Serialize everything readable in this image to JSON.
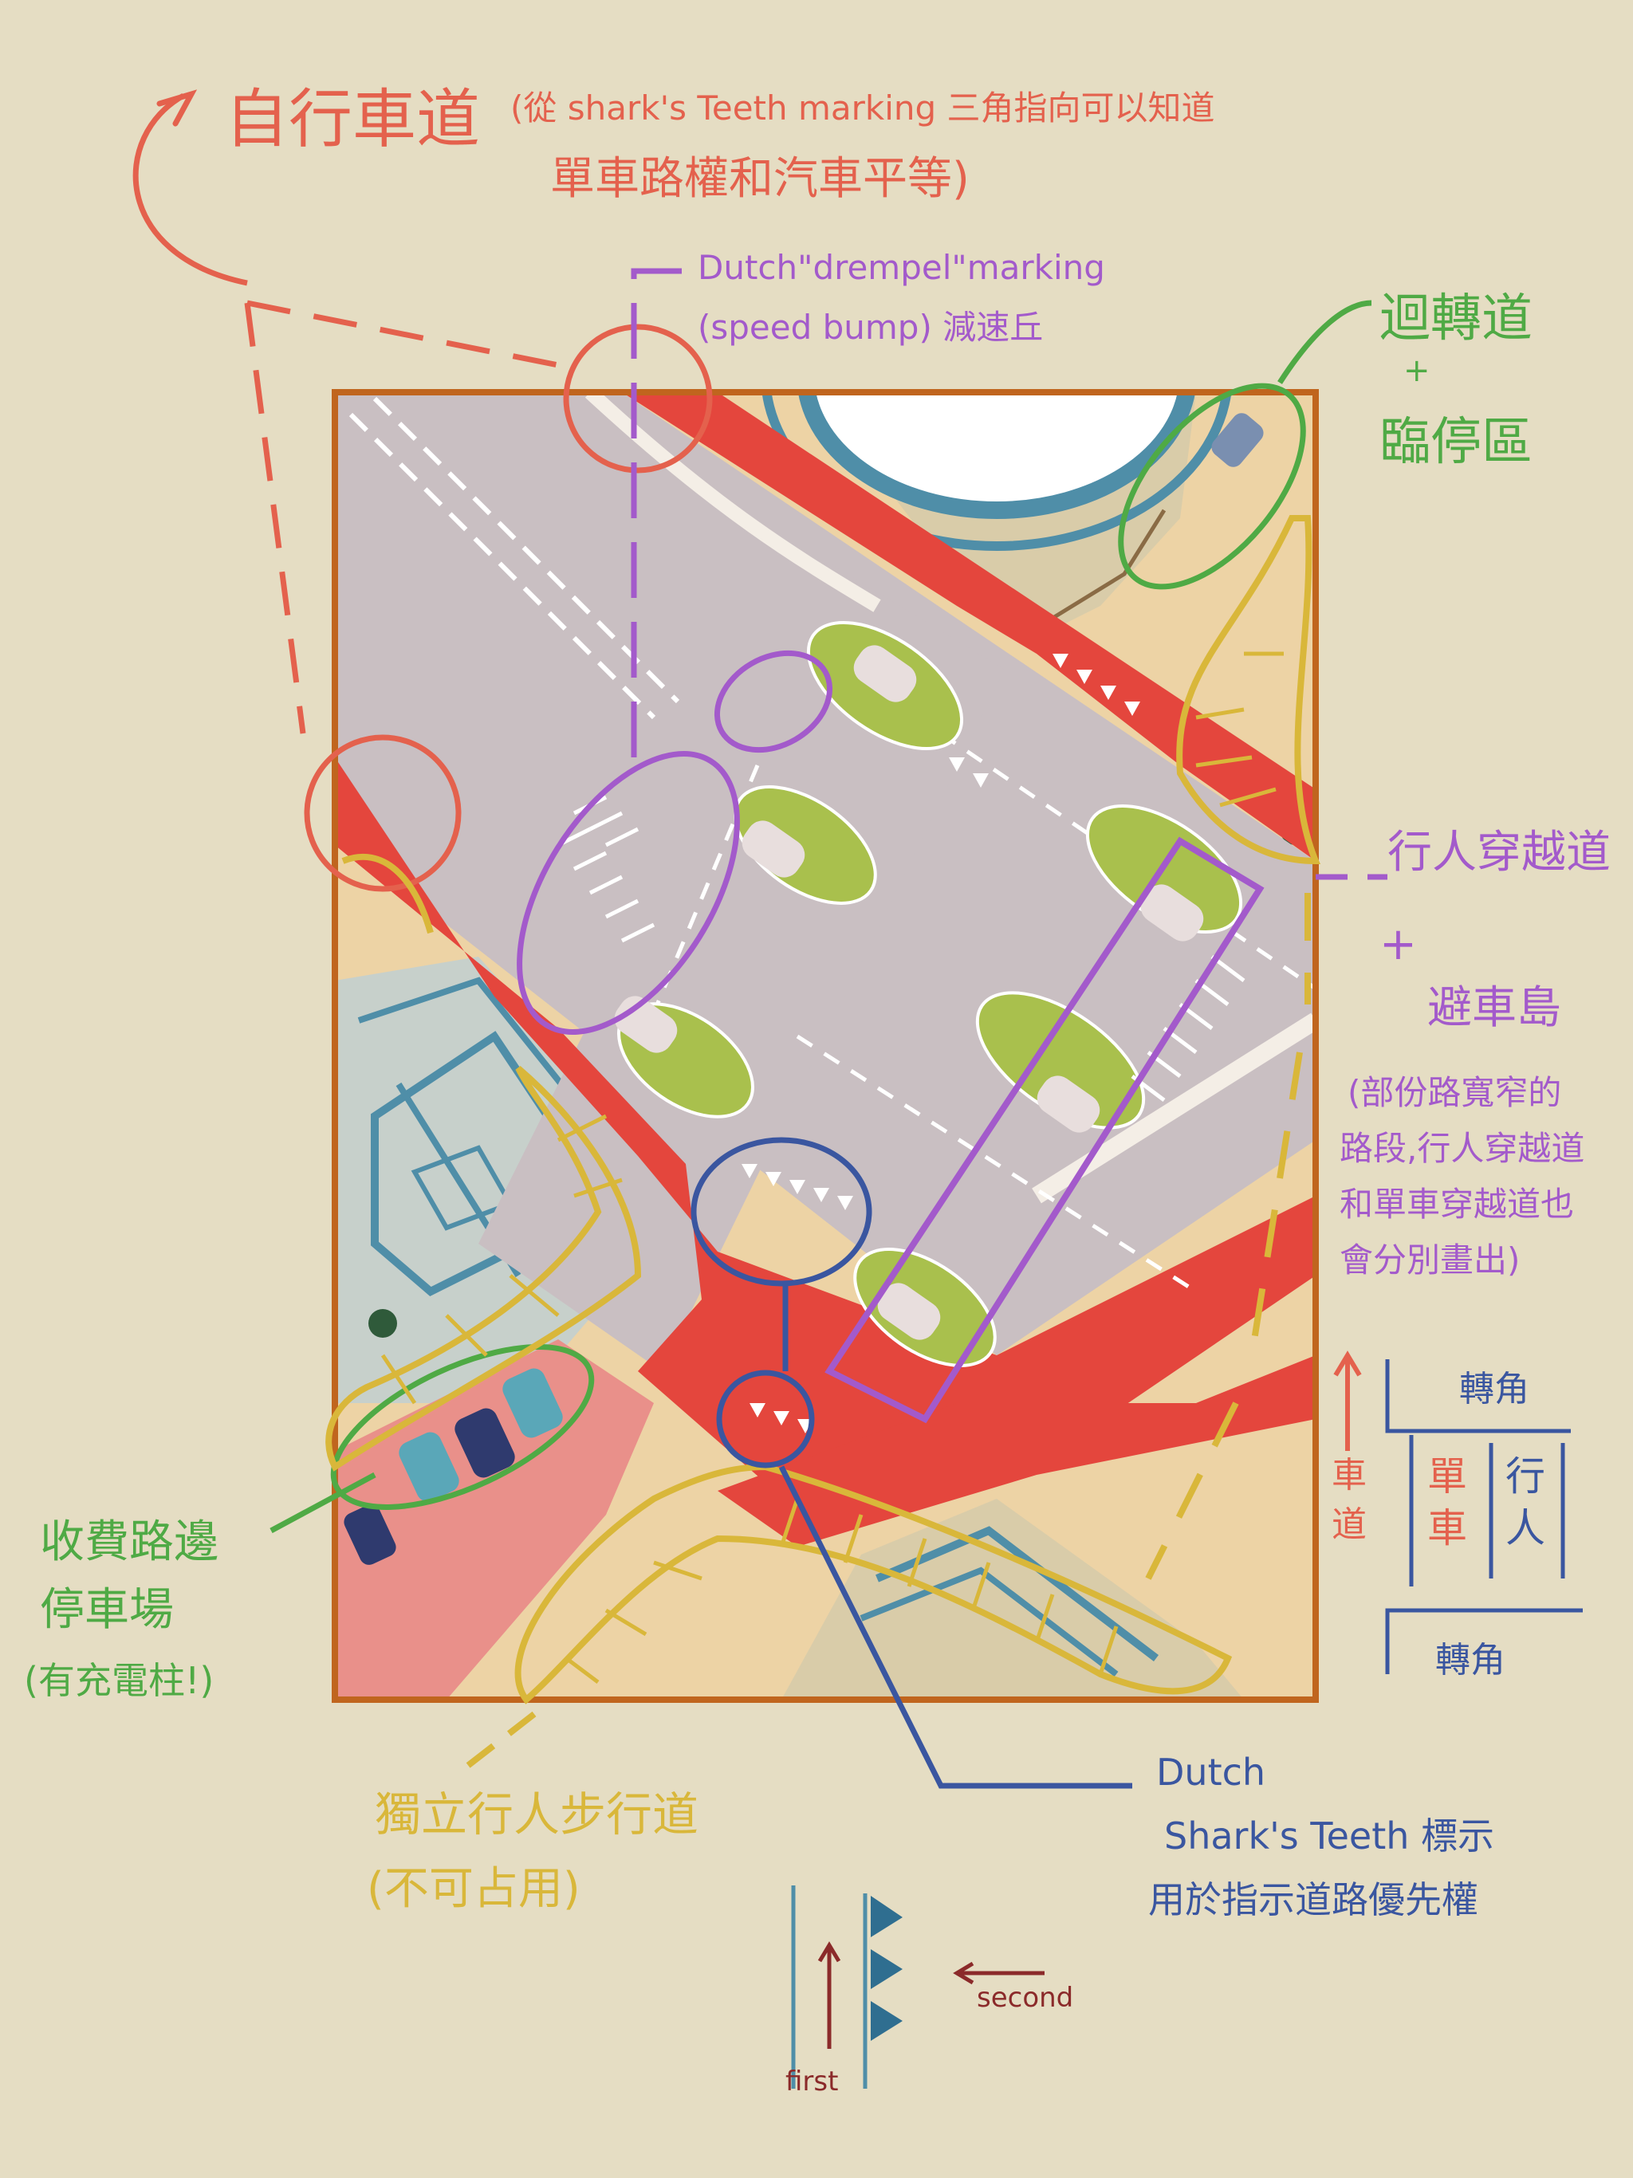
{
  "annotations": {
    "bike_lane": {
      "title": "自行車道",
      "detail_line1": "(從 shark's Teeth marking 三角指向可以知道",
      "detail_line2": "單車路權和汽車平等)"
    },
    "drempel": {
      "line1": "Dutch\"drempel\"marking",
      "line2": "(speed bump) 減速丘"
    },
    "u_turn": {
      "line1": "迴轉道",
      "plus": "+",
      "line2": "臨停區"
    },
    "crossing": {
      "line1": "行人穿越道",
      "plus": "+",
      "line2": "避車島",
      "note_lines": [
        "(部份路寬窄的",
        "路段,行人穿越道",
        "和單車穿越道也",
        "會分別畫出)"
      ]
    },
    "parking": {
      "lines": [
        "收費路邊",
        "停車場",
        "(有充電柱!)"
      ]
    },
    "sidewalk": {
      "line1": "獨立行人步行道",
      "line2": "(不可占用)"
    },
    "sharks_teeth": {
      "line1": "Dutch",
      "line2": "Shark's Teeth 標示",
      "line3": "用於指示道路優先權"
    }
  },
  "legend": {
    "corner_top": "轉角",
    "corner_bottom": "轉角",
    "lane_car": "車道",
    "lane_bike": "單車",
    "lane_ped": "行人"
  },
  "priority_legend": {
    "first": "first",
    "second": "second"
  },
  "colors": {
    "background": "#e5ddc3",
    "road": "#c9bfc2",
    "bike_lane": "#e4463d",
    "island": "#a9c04d",
    "frame": "#c0651e",
    "note_red": "#e4614d",
    "note_purple": "#a35acb",
    "note_green": "#4faa45",
    "note_yellow": "#d9b73a",
    "note_blue": "#3a56a0"
  }
}
